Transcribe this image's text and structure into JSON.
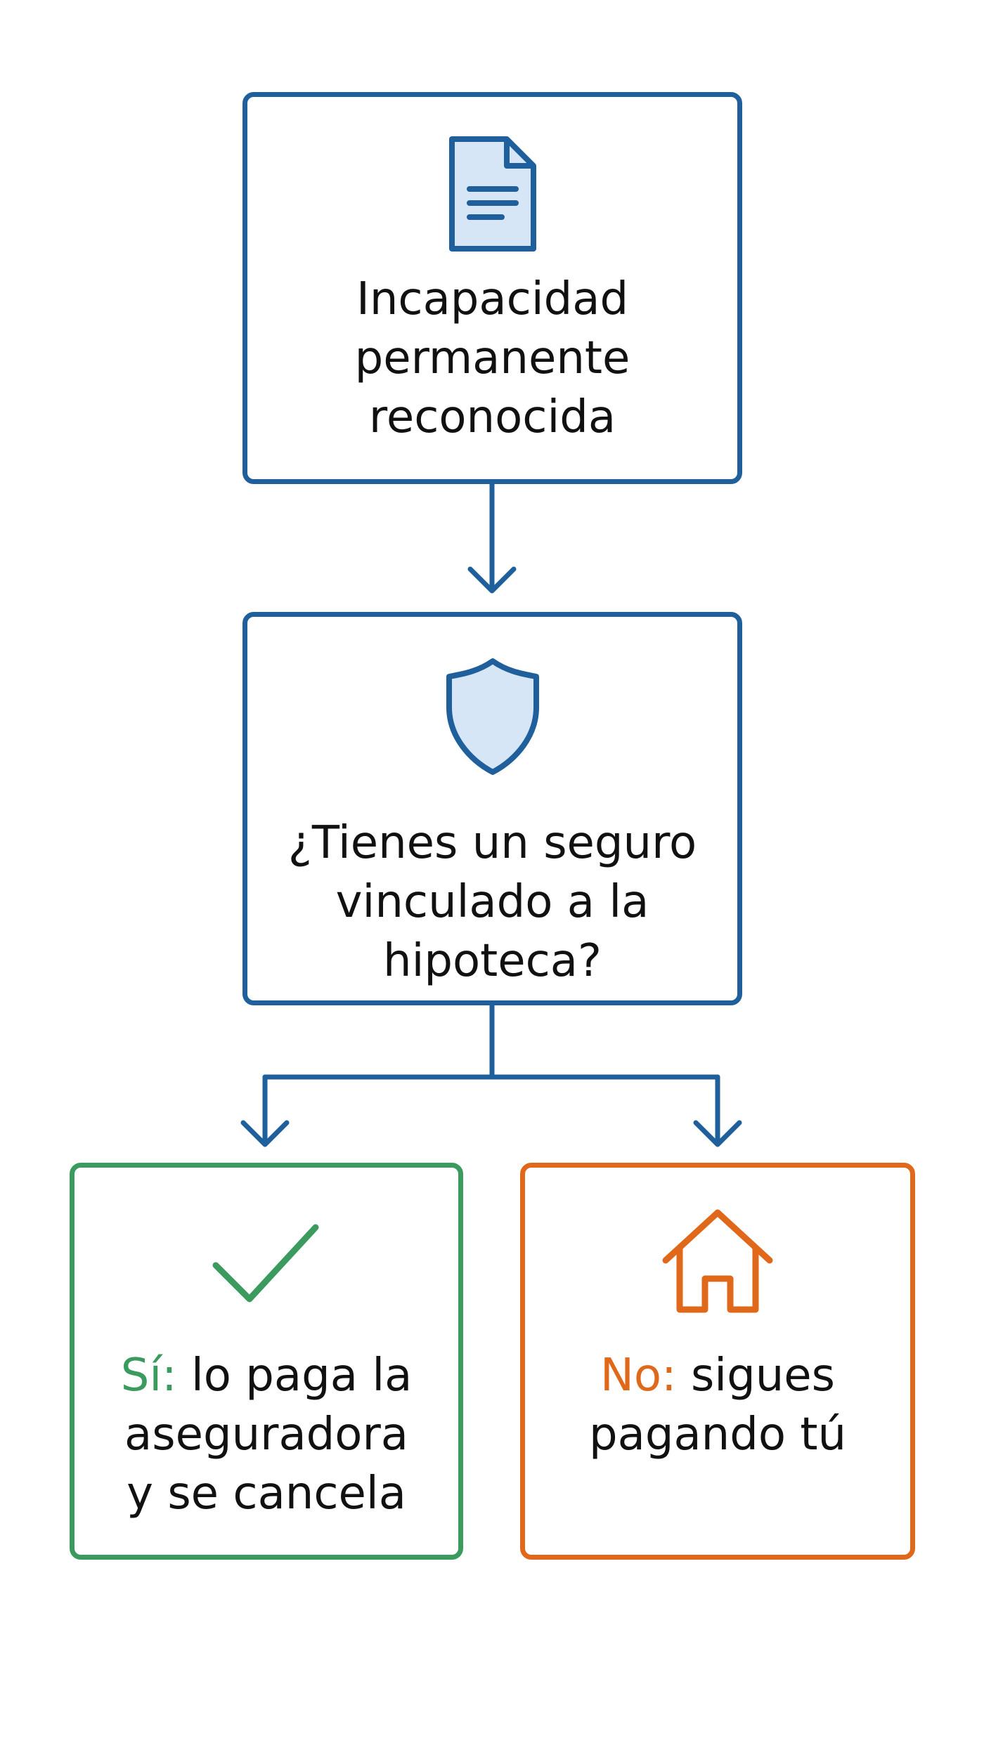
{
  "colors": {
    "blue": "#1f5f9c",
    "blue_fill": "#d6e6f6",
    "green": "#3b9a5e",
    "orange": "#e0681a",
    "text": "#111111"
  },
  "nodes": [
    {
      "id": "incapacidad",
      "icon": "document-icon",
      "text": "Incapacidad\npermanente\nreconocida"
    },
    {
      "id": "seguro",
      "icon": "shield-icon",
      "text": "¿Tienes un seguro\nvinculado a la\nhipoteca?"
    },
    {
      "id": "si",
      "icon": "checkmark-icon",
      "prefix": "Sí:",
      "text": " lo paga la\naseguradora\ny se cancela"
    },
    {
      "id": "no",
      "icon": "house-icon",
      "prefix": "No:",
      "text": " sigues\npagando tú"
    }
  ],
  "edges": [
    {
      "from": "incapacidad",
      "to": "seguro"
    },
    {
      "from": "seguro",
      "to": "si"
    },
    {
      "from": "seguro",
      "to": "no"
    }
  ]
}
